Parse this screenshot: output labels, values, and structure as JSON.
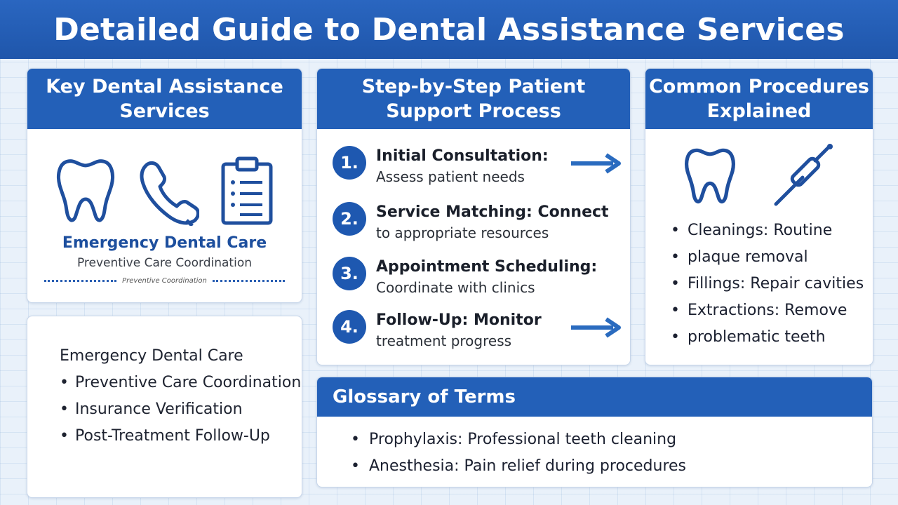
{
  "header": {
    "title": "Detailed Guide to Dental Assistance Services"
  },
  "key_services": {
    "heading_line1": "Key Dental Assistance",
    "heading_line2": "Services",
    "icons": [
      "tooth-icon",
      "phone-icon",
      "clipboard-icon"
    ],
    "main_label": "Emergency Dental Care",
    "sub_label": "Preventive Care Coordination",
    "small_text": "Preventive Coordination"
  },
  "services_list": {
    "first": "Emergency Dental Care",
    "items": [
      "Preventive Care Coordination",
      "Insurance Verification",
      "Post-Treatment Follow-Up"
    ]
  },
  "steps": {
    "heading_line1": "Step-by-Step Patient",
    "heading_line2": "Support Process",
    "items": [
      {
        "num": "1.",
        "title": "Initial Consultation:",
        "desc": "Assess patient needs"
      },
      {
        "num": "2.",
        "title": "Service Matching: Connect",
        "desc": "to appropriate resources"
      },
      {
        "num": "3.",
        "title": "Appointment Scheduling:",
        "desc": "Coordinate with clinics"
      },
      {
        "num": "4.",
        "title": "Follow-Up: Monitor",
        "desc": "treatment progress"
      }
    ]
  },
  "procedures": {
    "heading_line1": "Common Procedures",
    "heading_line2": "Explained",
    "icons": [
      "tooth-icon",
      "dental-tool-icon"
    ],
    "items": [
      "Cleanings: Routine",
      "plaque removal",
      "Fillings: Repair cavities",
      "Extractions: Remove",
      "problematic teeth"
    ]
  },
  "glossary": {
    "heading": "Glossary of Terms",
    "items": [
      "Prophylaxis: Professional teeth cleaning",
      "Anesthesia: Pain relief during procedures"
    ]
  },
  "colors": {
    "accent": "#2360b8",
    "banner": "#1f56ab",
    "background": "#e9f1fa"
  }
}
